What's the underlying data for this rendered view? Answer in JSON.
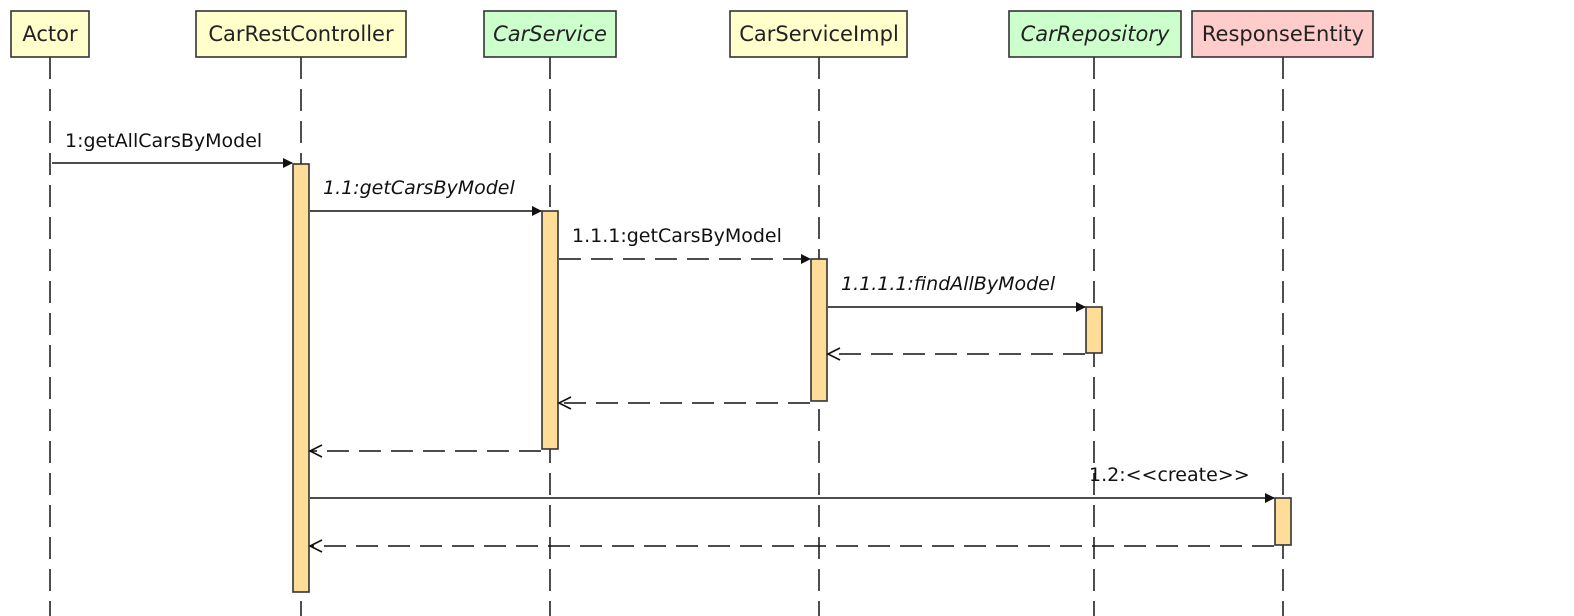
{
  "participants": [
    {
      "id": "actor",
      "label": "Actor",
      "fill": "#ffffcc",
      "italic": false
    },
    {
      "id": "controller",
      "label": "CarRestController",
      "fill": "#ffffcc",
      "italic": false
    },
    {
      "id": "service",
      "label": "CarService",
      "fill": "#ccffcc",
      "italic": true
    },
    {
      "id": "serviceimpl",
      "label": "CarServiceImpl",
      "fill": "#ffffcc",
      "italic": false
    },
    {
      "id": "repository",
      "label": "CarRepository",
      "fill": "#ccffcc",
      "italic": true
    },
    {
      "id": "response",
      "label": "ResponseEntity",
      "fill": "#ffcccc",
      "italic": false
    }
  ],
  "messages": [
    {
      "label": "1:getAllCarsByModel",
      "from": "actor",
      "to": "controller",
      "style": "solid",
      "italic": false
    },
    {
      "label": "1.1:getCarsByModel",
      "from": "controller",
      "to": "service",
      "style": "solid",
      "italic": true
    },
    {
      "label": "1.1.1:getCarsByModel",
      "from": "service",
      "to": "serviceimpl",
      "style": "dashed",
      "italic": false
    },
    {
      "label": "1.1.1.1:findAllByModel",
      "from": "serviceimpl",
      "to": "repository",
      "style": "solid",
      "italic": true
    },
    {
      "label": "",
      "from": "repository",
      "to": "serviceimpl",
      "style": "return"
    },
    {
      "label": "",
      "from": "serviceimpl",
      "to": "service",
      "style": "return"
    },
    {
      "label": "",
      "from": "service",
      "to": "controller",
      "style": "return"
    },
    {
      "label": "1.2:<<create>>",
      "from": "controller",
      "to": "response",
      "style": "solid",
      "italic": false
    },
    {
      "label": "",
      "from": "response",
      "to": "controller",
      "style": "return"
    }
  ],
  "colors": {
    "activation": "#ffdd99",
    "line": "#111111"
  }
}
